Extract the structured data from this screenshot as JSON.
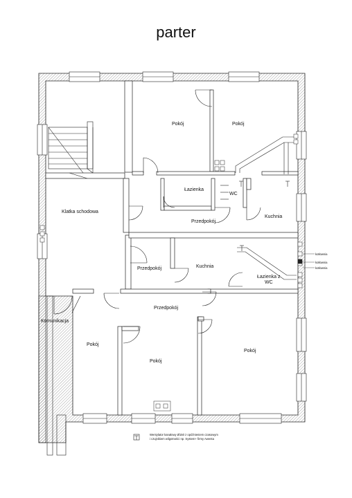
{
  "title": "parter",
  "rooms": {
    "pokoj_a": "Pokój",
    "pokoj_b": "Pokój",
    "lazienka": "Łazienka",
    "wc": "WC",
    "klatka": "Klatka schodowa",
    "przedpokoj_a": "Przedpokój",
    "kuchnia_a": "Kuchnia",
    "przedpokoj_b": "Przedpokój",
    "kuchnia_b": "Kuchnia",
    "lazienka_wc_1": "Łazienka z",
    "lazienka_wc_2": "WC",
    "przedpokoj_c": "Przedpokój",
    "komunikacja": "Komunikacja",
    "pokoj_c": "Pokój",
    "pokoj_d": "Pokój",
    "pokoj_e": "Pokój"
  },
  "annotations": {
    "kotlownia_1": "kotłownia",
    "kotlownia_2": "kotłownia",
    "kotlownia_3": "kotłownia"
  },
  "legend": {
    "line1": "Wentylator kanałowy Ø150 z opóźnieniem czasowym",
    "line2": "i czujnikiem wilgotności np. System+ firmy Awenta"
  }
}
